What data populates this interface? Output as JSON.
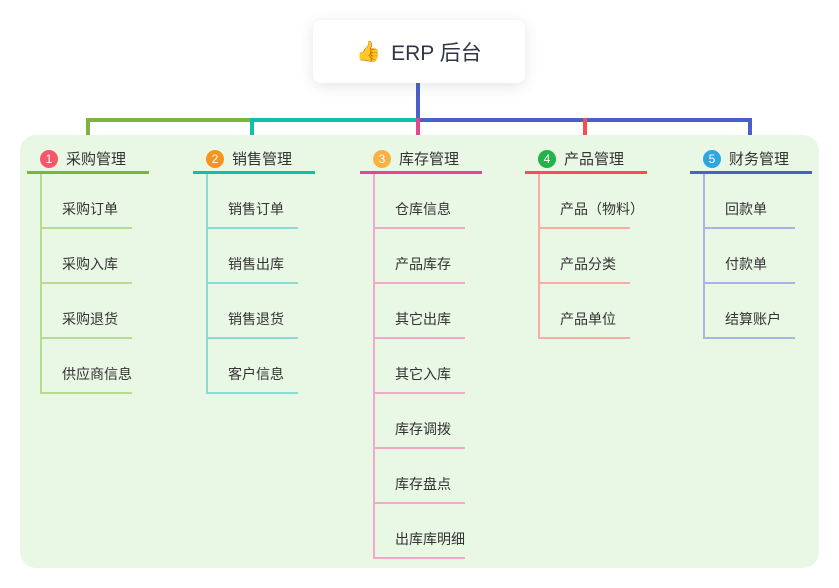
{
  "root": {
    "icon": "👍",
    "title": "ERP 后台"
  },
  "branches": [
    {
      "num": "1",
      "title": "采购管理",
      "accent_color": "#7cb342",
      "light_color": "#b7db8f",
      "badge_color": "#f8566a",
      "children": [
        "采购订单",
        "采购入库",
        "采购退货",
        "供应商信息"
      ]
    },
    {
      "num": "2",
      "title": "销售管理",
      "accent_color": "#14bcab",
      "light_color": "#8adcd2",
      "badge_color": "#f7941e",
      "children": [
        "销售订单",
        "销售出库",
        "销售退货",
        "客户信息"
      ]
    },
    {
      "num": "3",
      "title": "库存管理",
      "accent_color": "#e2478f",
      "light_color": "#f2a8cb",
      "badge_color": "#fbb040",
      "children": [
        "仓库信息",
        "产品库存",
        "其它出库",
        "其它入库",
        "库存调拨",
        "库存盘点",
        "出库库明细"
      ]
    },
    {
      "num": "4",
      "title": "产品管理",
      "accent_color": "#f25051",
      "light_color": "#f9aba4",
      "badge_color": "#26b24b",
      "children": [
        "产品（物料）",
        "产品分类",
        "产品单位"
      ]
    },
    {
      "num": "5",
      "title": "财务管理",
      "accent_color": "#4a5fc9",
      "light_color": "#a8b4e6",
      "badge_color": "#2ea7e0",
      "children": [
        "回款单",
        "付款单",
        "结算账户"
      ]
    }
  ],
  "colors": {
    "page_bg": "#ffffff",
    "panel_bg": "#e9f7e5",
    "root_stem": "#4a5fc9",
    "text": "#333333"
  }
}
